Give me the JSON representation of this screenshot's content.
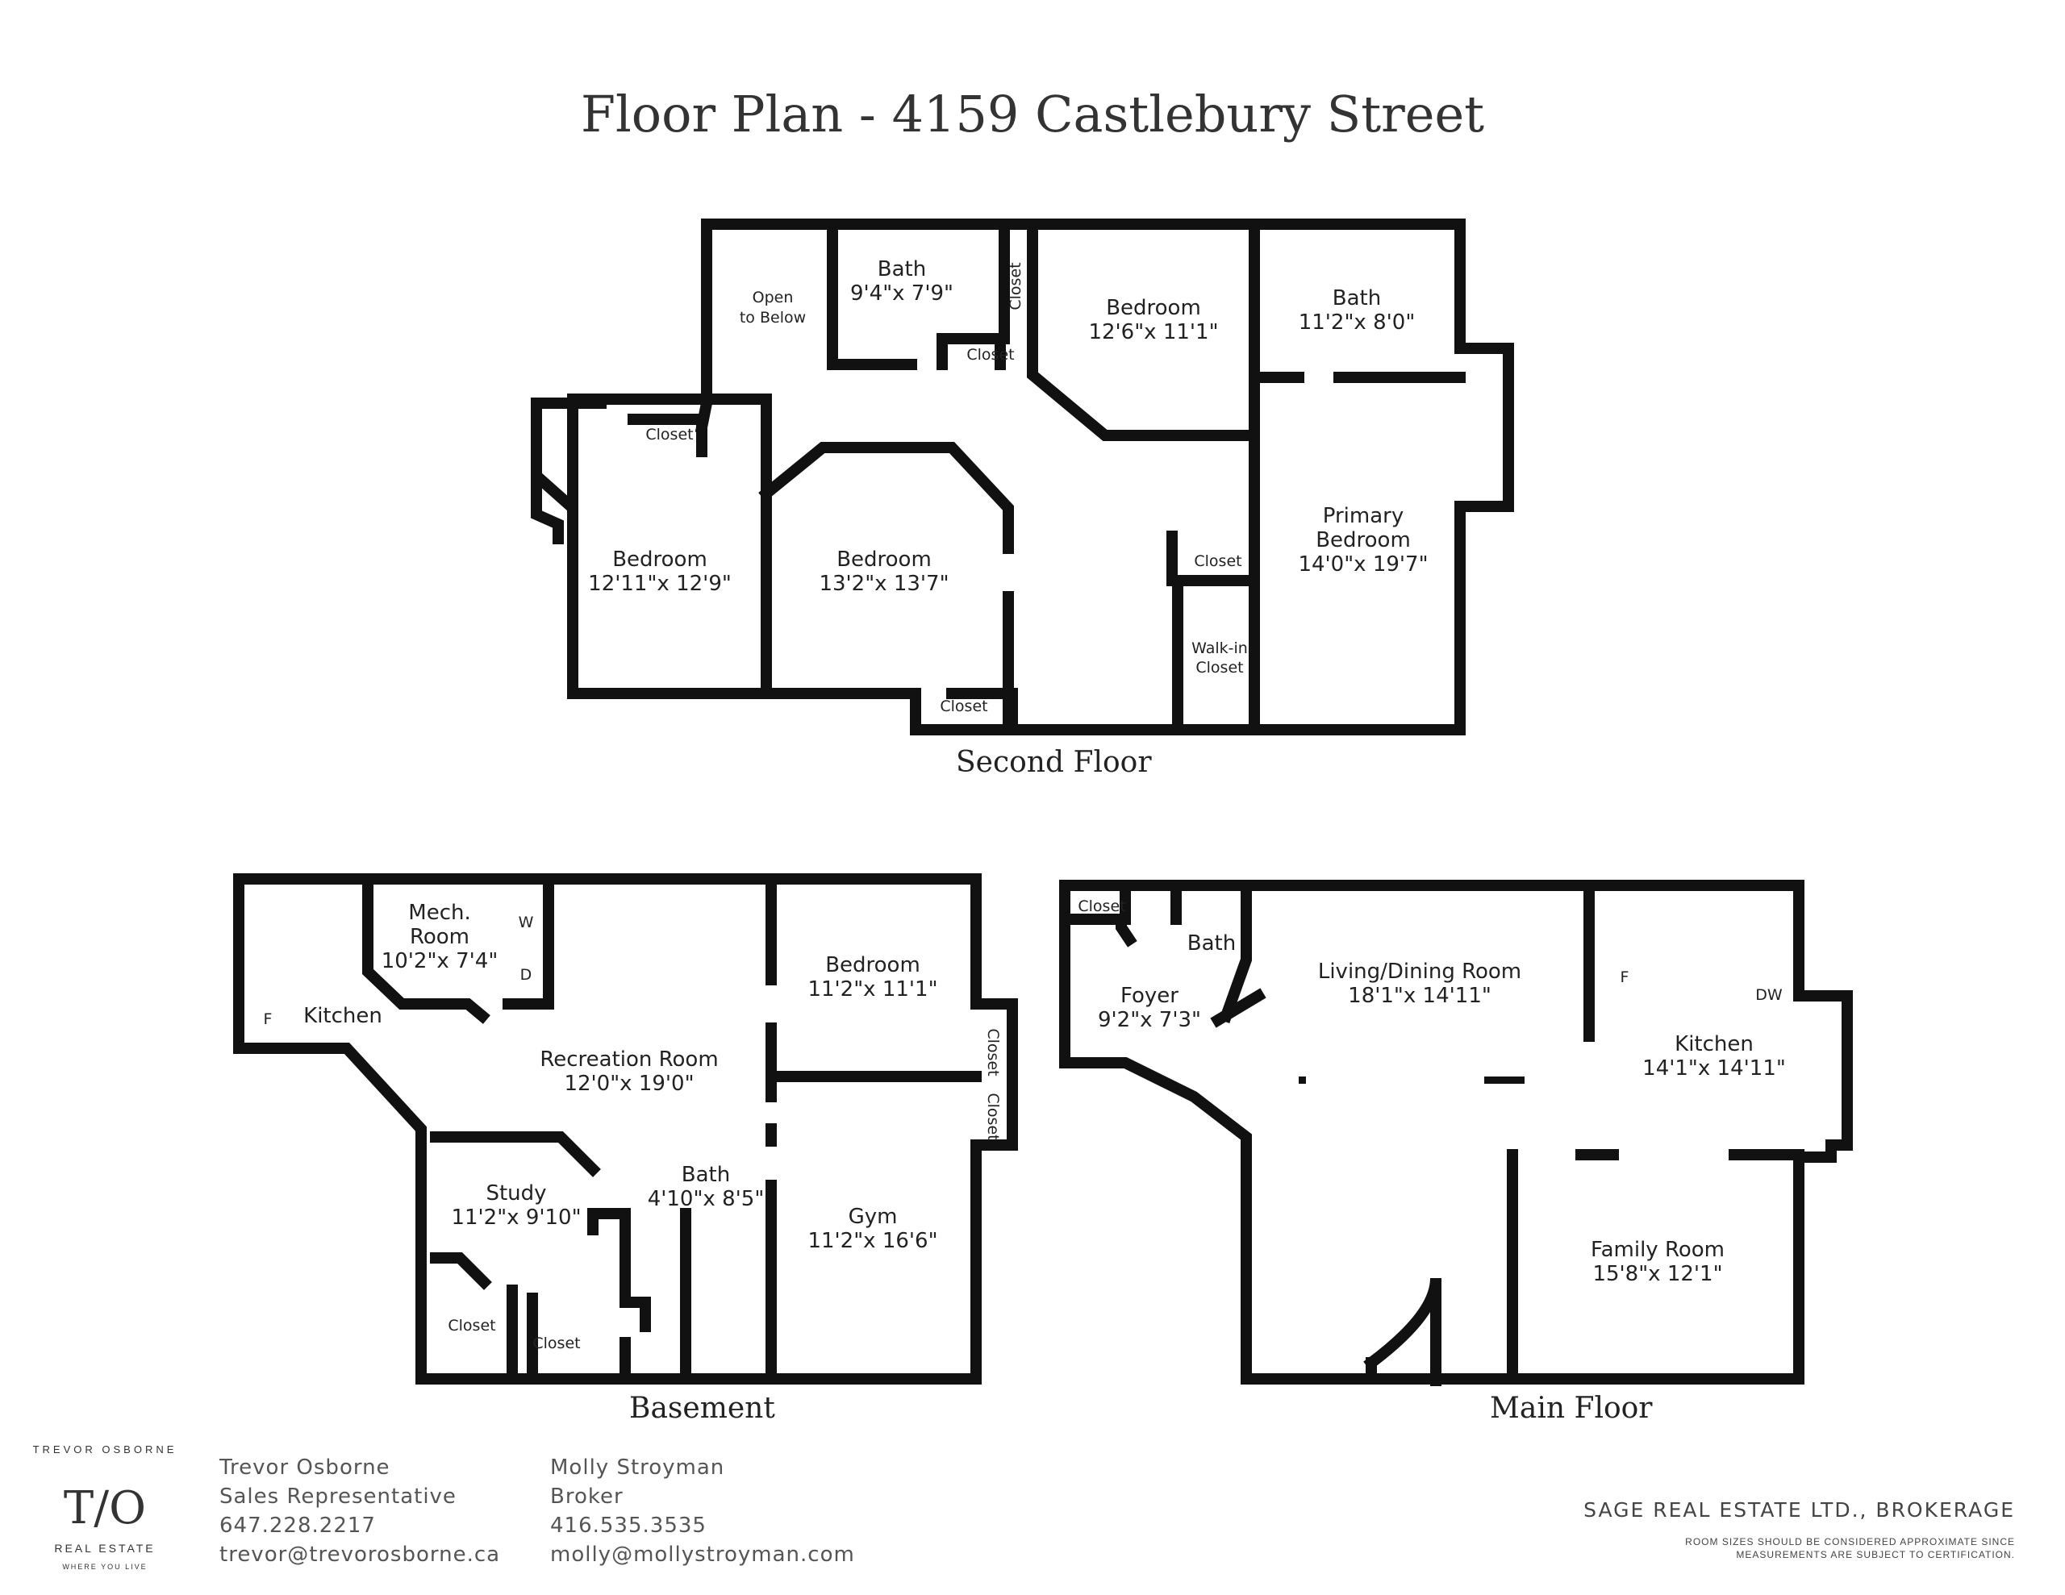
{
  "title": "Floor Plan - 4159 Castlebury Street",
  "floors": {
    "second": {
      "name": "Second Floor",
      "rooms": {
        "open_below": [
          "Open",
          "to Below"
        ],
        "bath1": [
          "Bath",
          "9'4\"x 7'9\""
        ],
        "closet_top_v": "Closet",
        "closet_top": "Closet",
        "bedroom_ne": [
          "Bedroom",
          "12'6\"x 11'1\""
        ],
        "bath2": [
          "Bath",
          "11'2\"x 8'0\""
        ],
        "closet_w": "Closet",
        "bedroom_w": [
          "Bedroom",
          "12'11\"x 12'9\""
        ],
        "bedroom_c": [
          "Bedroom",
          "13'2\"x 13'7\""
        ],
        "closet_s": "Closet",
        "closet_e": "Closet",
        "walkin": [
          "Walk-in",
          "Closet"
        ],
        "primary": [
          "Primary",
          "Bedroom",
          "14'0\"x 19'7\""
        ]
      }
    },
    "basement": {
      "name": "Basement",
      "rooms": {
        "mech": [
          "Mech.",
          "Room",
          "10'2\"x 7'4\""
        ],
        "washer": "W",
        "dryer": "D",
        "kitchen": "Kitchen",
        "fridge": "F",
        "rec": [
          "Recreation Room",
          "12'0\"x 19'0\""
        ],
        "bedroom": [
          "Bedroom",
          "11'2\"x 11'1\""
        ],
        "closet1": "Closet",
        "closet2": "Closet",
        "study": [
          "Study",
          "11'2\"x 9'10\""
        ],
        "bath": [
          "Bath",
          "4'10\"x 8'5\""
        ],
        "gym": [
          "Gym",
          "11'2\"x 16'6\""
        ],
        "closet3": "Closet",
        "closet4": "Closet"
      }
    },
    "main": {
      "name": "Main Floor",
      "rooms": {
        "closet": "Closet",
        "bath": "Bath",
        "foyer": [
          "Foyer",
          "9'2\"x 7'3\""
        ],
        "living": [
          "Living/Dining Room",
          "18'1\"x 14'11\""
        ],
        "fridge": "F",
        "dw": "DW",
        "kitchen": [
          "Kitchen",
          "14'1\"x 14'11\""
        ],
        "family": [
          "Family Room",
          "15'8\"x 12'1\""
        ]
      }
    }
  },
  "logo": {
    "arc": "TREVOR OSBORNE",
    "mark": "T/O",
    "sub": "REAL ESTATE",
    "tag": "WHERE YOU LIVE"
  },
  "agents": [
    {
      "name": "Trevor Osborne",
      "role": "Sales Representative",
      "phone": "647.228.2217",
      "email": "trevor@trevorosborne.ca"
    },
    {
      "name": "Molly Stroyman",
      "role": "Broker",
      "phone": "416.535.3535",
      "email": "molly@mollystroyman.com"
    }
  ],
  "brokerage": "SAGE REAL ESTATE LTD., BROKERAGE",
  "disclaimer": [
    "ROOM SIZES SHOULD BE CONSIDERED APPROXIMATE SINCE",
    "MEASUREMENTS ARE SUBJECT TO CERTIFICATION."
  ]
}
